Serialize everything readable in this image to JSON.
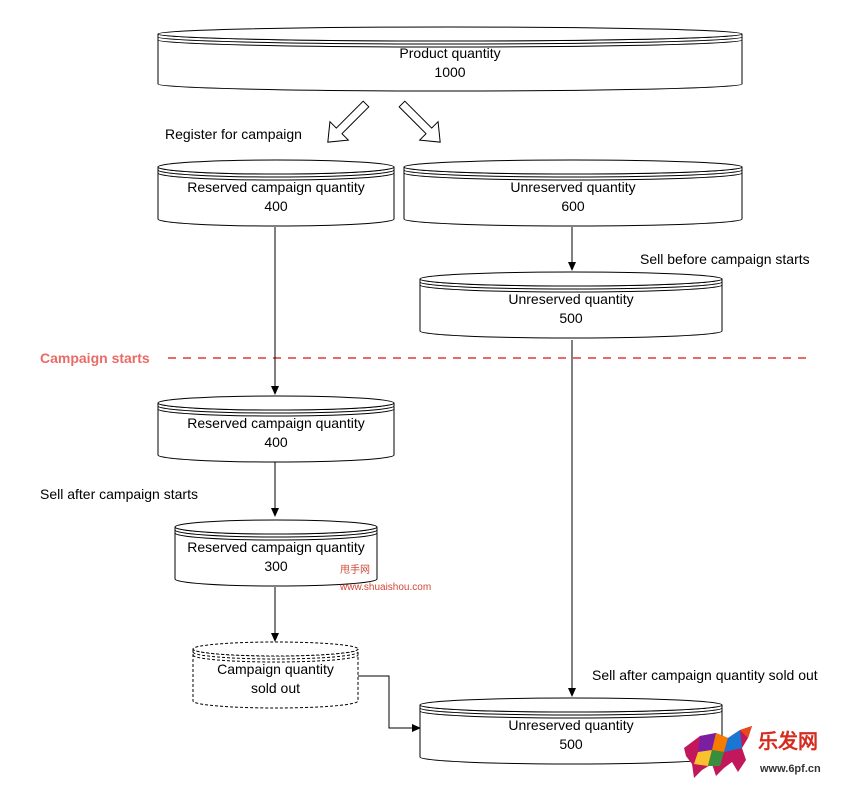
{
  "nodes": {
    "product": {
      "title": "Product quantity",
      "value": "1000"
    },
    "reserved_initial": {
      "title": "Reserved campaign quantity",
      "value": "400"
    },
    "unreserved_initial": {
      "title": "Unreserved quantity",
      "value": "600"
    },
    "unreserved_before": {
      "title": "Unreserved quantity",
      "value": "500"
    },
    "reserved_at_start": {
      "title": "Reserved campaign quantity",
      "value": "400"
    },
    "reserved_after_sell": {
      "title": "Reserved campaign quantity",
      "value": "300"
    },
    "sold_out": {
      "title": "Campaign quantity",
      "value": "sold out"
    },
    "unreserved_final": {
      "title": "Unreserved quantity",
      "value": "500"
    }
  },
  "labels": {
    "register": "Register for campaign",
    "sell_before": "Sell before campaign starts",
    "campaign_starts": "Campaign starts",
    "sell_after": "Sell after campaign starts",
    "sell_after_sold_out": "Sell after campaign quantity sold out"
  },
  "watermarks": {
    "cn_small": "甩手网",
    "url_small": "www.shuaishou.com",
    "logo_text": "乐发网",
    "logo_url": "www.6pf.cn"
  },
  "colors": {
    "campaign_line": "#ea6b66",
    "stroke": "#000000"
  }
}
